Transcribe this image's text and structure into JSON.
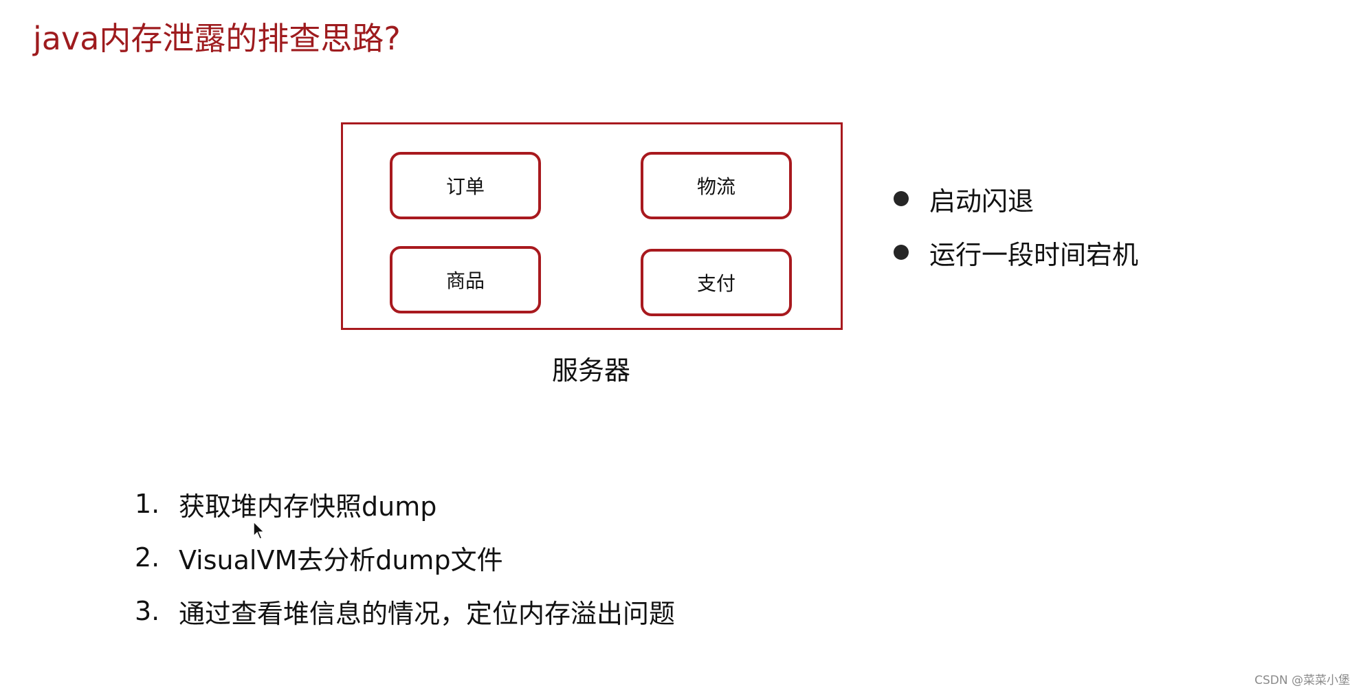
{
  "title": "java内存泄露的排查思路?",
  "diagram": {
    "services": [
      "订单",
      "物流",
      "商品",
      "支付"
    ],
    "server_label": "服务器"
  },
  "symptoms": [
    "启动闪退",
    "运行一段时间宕机"
  ],
  "steps": [
    {
      "num": "1.",
      "text": "获取堆内存快照dump"
    },
    {
      "num": "2.",
      "text": "VisualVM去分析dump文件"
    },
    {
      "num": "3.",
      "text": "通过查看堆信息的情况，定位内存溢出问题"
    }
  ],
  "watermark": "CSDN @菜菜小堡",
  "colors": {
    "accent": "#9e1b1e",
    "box_border": "#a8191e"
  },
  "icons": {
    "cursor": "mouse-pointer-icon"
  }
}
